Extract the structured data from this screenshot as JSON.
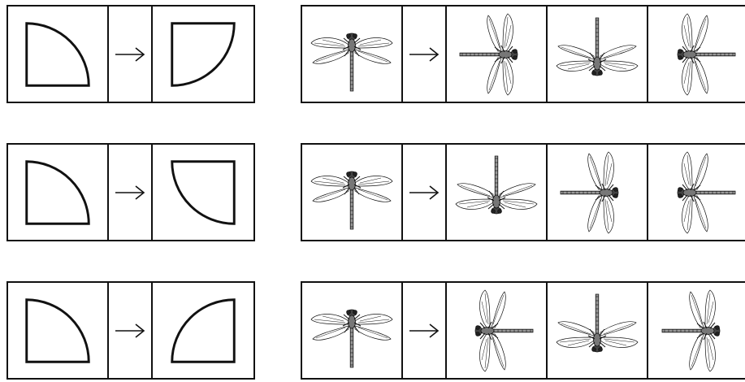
{
  "rows": [
    {
      "example": {
        "source_shape": "quarter-circle",
        "target_rotation_deg": 90
      },
      "test": {
        "source_rotation_deg": 0,
        "options": [
          90,
          180,
          270
        ]
      }
    },
    {
      "example": {
        "source_shape": "quarter-circle",
        "target_rotation_deg": 180
      },
      "test": {
        "source_rotation_deg": 0,
        "options": [
          180,
          90,
          270
        ]
      }
    },
    {
      "example": {
        "source_shape": "quarter-circle",
        "target_rotation_deg": 270
      },
      "test": {
        "source_rotation_deg": 0,
        "options": [
          270,
          180,
          90
        ]
      }
    }
  ],
  "arrow_icon": "right-arrow-icon",
  "figure_icon": "dragonfly-icon",
  "colors": {
    "stroke": "#111111",
    "background": "#ffffff"
  }
}
